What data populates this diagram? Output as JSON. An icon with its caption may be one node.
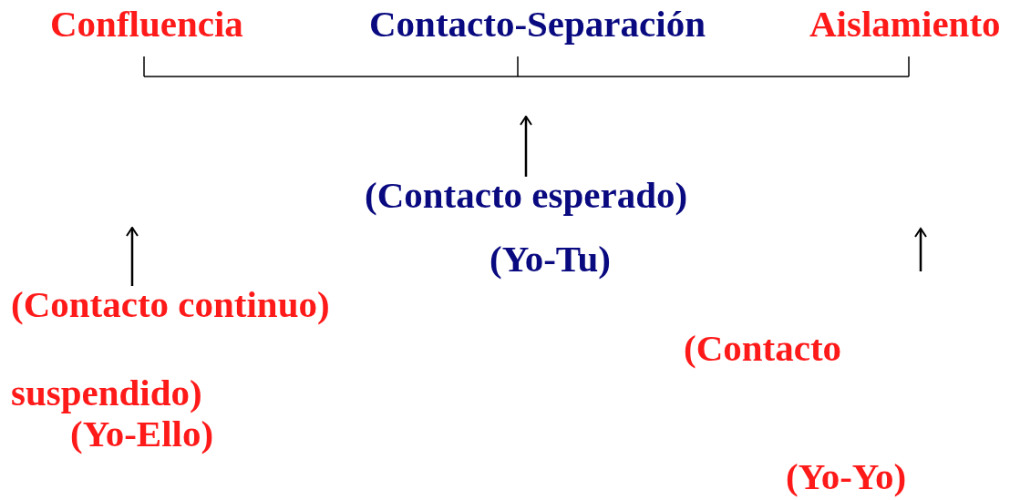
{
  "diagram": {
    "nodes": [
      {
        "text": [
          "Confluencia"
        ]
      },
      {
        "text": [
          "Contacto-Separación"
        ]
      },
      {
        "text": [
          "Aislamiento"
        ]
      },
      {
        "text": [
          "(Contacto esperado)"
        ]
      },
      {
        "text": [
          "(Yo-Tu)"
        ]
      },
      {
        "text": [
          "(Contacto continuo)"
        ]
      },
      {
        "text": [
          "suspendido)"
        ]
      },
      {
        "text": [
          "(Yo-Ello)"
        ]
      },
      {
        "text": [
          "(Contacto"
        ]
      },
      {
        "text": [
          "(Yo-Yo)"
        ]
      }
    ],
    "edges": [
      {
        "from": 3,
        "to": null,
        "arrow": "to"
      },
      {
        "from": 5,
        "to": null,
        "arrow": "to"
      }
    ]
  }
}
